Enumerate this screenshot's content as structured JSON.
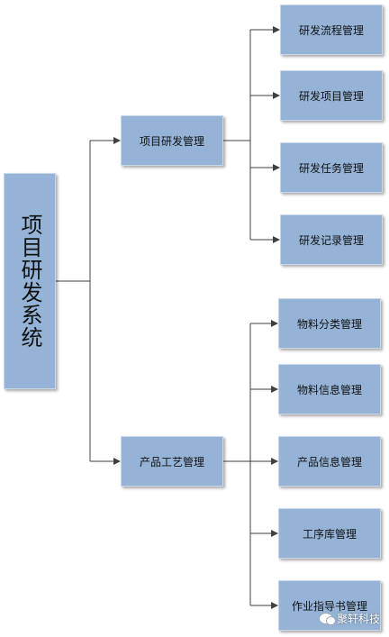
{
  "root": {
    "label": "项目研发系统"
  },
  "branches": [
    {
      "label": "项目研发管理",
      "children": [
        "研发流程管理",
        "研发项目管理",
        "研发任务管理",
        "研发记录管理"
      ]
    },
    {
      "label": "产品工艺管理",
      "children": [
        "物料分类管理",
        "物料信息管理",
        "产品信息管理",
        "工序库管理",
        "作业指导书管理"
      ]
    }
  ],
  "watermark": {
    "text": "聚轩科技",
    "icon": "wechat-icon"
  },
  "colors": {
    "box_fill": "#95b3d7",
    "connector": "#404040"
  }
}
